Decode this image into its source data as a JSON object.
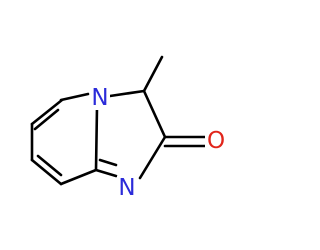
{
  "molecule": {
    "atoms": [
      {
        "id": "N_bridge",
        "symbol": "N",
        "color": "#2b2bd9"
      },
      {
        "id": "N_ring",
        "symbol": "N",
        "color": "#2b2bd9"
      },
      {
        "id": "O_carbonyl",
        "symbol": "O",
        "color": "#e1251b"
      }
    ],
    "bond_color": "#000000"
  }
}
